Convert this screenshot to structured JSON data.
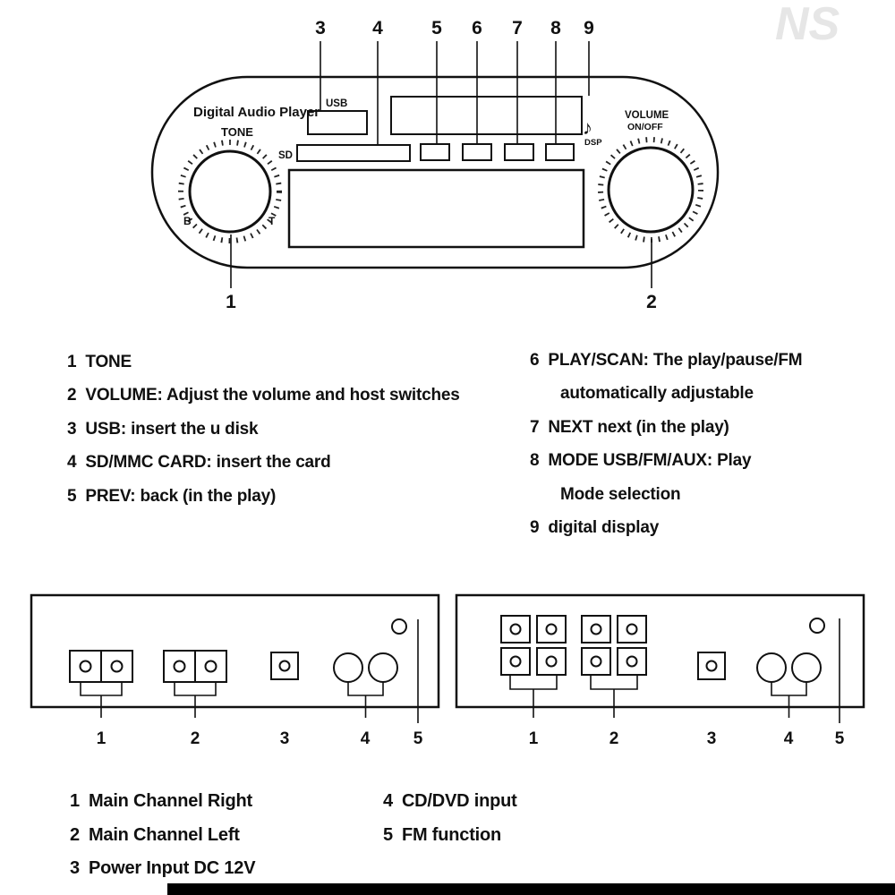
{
  "colors": {
    "ink": "#111111",
    "background": "#ffffff",
    "footer_bar": "#000000"
  },
  "watermark": {
    "corner": "NS"
  },
  "device": {
    "title": "Digital Audio Player",
    "tone_label": "TONE",
    "tone_bass": "B",
    "tone_treble": "T",
    "usb_label": "USB",
    "sd_label": "SD",
    "dsp_note": "♪",
    "dsp_label": "DSP",
    "volume_label": "VOLUME",
    "onoff_label": "ON/OFF"
  },
  "callouts": {
    "top": [
      "3",
      "4",
      "5",
      "6",
      "7",
      "8",
      "9"
    ],
    "front_bottom": [
      "1",
      "2"
    ],
    "rear": [
      "1",
      "2",
      "3",
      "4",
      "5"
    ]
  },
  "front_legend": {
    "items_left": [
      {
        "num": "1",
        "text": "TONE"
      },
      {
        "num": "2",
        "text": "VOLUME: Adjust the volume and host switches"
      },
      {
        "num": "3",
        "text": "USB: insert the u disk"
      },
      {
        "num": "4",
        "text": "SD/MMC CARD: insert the card"
      },
      {
        "num": "5",
        "text": "PREV: back (in the play)"
      }
    ],
    "items_right": [
      {
        "num": "6",
        "line1": "PLAY/SCAN: The play/pause/FM",
        "line2": "automatically adjustable"
      },
      {
        "num": "7",
        "line1": "NEXT next (in the play)",
        "line2": ""
      },
      {
        "num": "8",
        "line1": "MODE USB/FM/AUX: Play",
        "line2": "Mode selection"
      },
      {
        "num": "9",
        "line1": "digital display",
        "line2": ""
      }
    ]
  },
  "rear_legend": {
    "items_left": [
      {
        "num": "1",
        "text": "Main Channel Right"
      },
      {
        "num": "2",
        "text": "Main Channel Left"
      },
      {
        "num": "3",
        "text": "Power Input DC 12V"
      }
    ],
    "items_right": [
      {
        "num": "4",
        "text": "CD/DVD input"
      },
      {
        "num": "5",
        "text": "FM function"
      }
    ]
  }
}
